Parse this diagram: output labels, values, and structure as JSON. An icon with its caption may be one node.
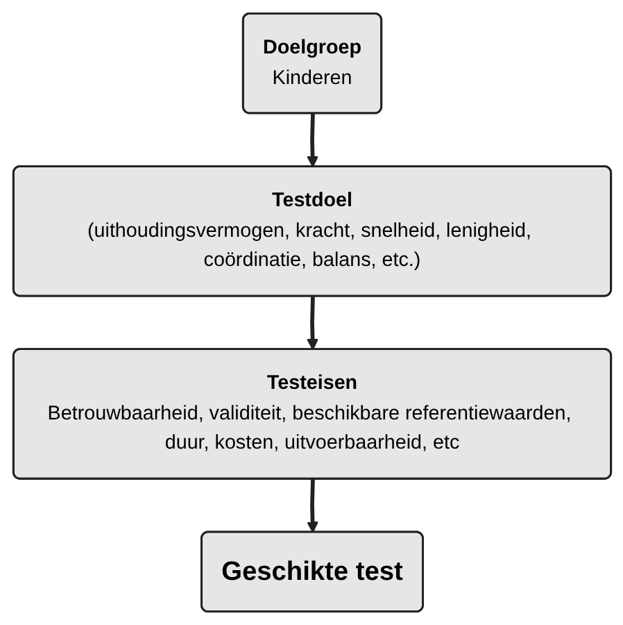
{
  "diagram": {
    "nodes": [
      {
        "text": [
          "Doelgroep",
          "Kinderen"
        ]
      },
      {
        "text": [
          "Testdoel",
          "(uithoudingsvermogen, kracht, snelheid, lenigheid, coördinatie, balans, etc.)"
        ]
      },
      {
        "text": [
          "Testeisen",
          "Betrouwbaarheid, validiteit, beschikbare referentiewaarden, duur, kosten, uitvoerbaarheid, etc"
        ]
      },
      {
        "text": [
          "Geschikte test"
        ]
      }
    ],
    "edges": [
      {
        "from": 0,
        "to": 1,
        "arrow": "to"
      },
      {
        "from": 1,
        "to": 2,
        "arrow": "to"
      },
      {
        "from": 2,
        "to": 3,
        "arrow": "to"
      }
    ]
  }
}
